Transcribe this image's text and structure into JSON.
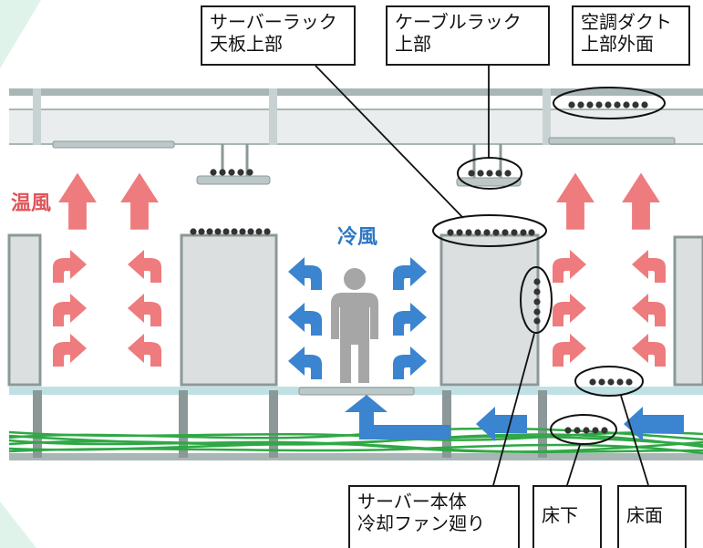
{
  "labels": {
    "rack_top": "サーバーラック\n天板上部",
    "cable_rack_top": "ケーブルラック\n上部",
    "duct_outer_top": "空調ダクト\n上部外面",
    "server_fan": "サーバー本体\n冷却ファン廻り",
    "under_floor": "床下",
    "floor_surface": "床面",
    "warm_air": "温風",
    "cold_air": "冷風"
  },
  "colors": {
    "warm": "#ee7b7d",
    "cold": "#3b84cf",
    "cable": "#2fa845",
    "frame": "#a9b6b6",
    "frame_dark": "#8c9898",
    "ceiling": "#e9eded",
    "rack": "#dcdfdf",
    "person": "#a6a6a6",
    "floor": "#bfe1e4",
    "corner": "#dff3ea"
  },
  "icons": {
    "sensor": "sensor-dot-icon",
    "warm_flow": "warm-air-arrow-icon",
    "cold_flow": "cold-air-arrow-icon",
    "person": "person-icon"
  }
}
